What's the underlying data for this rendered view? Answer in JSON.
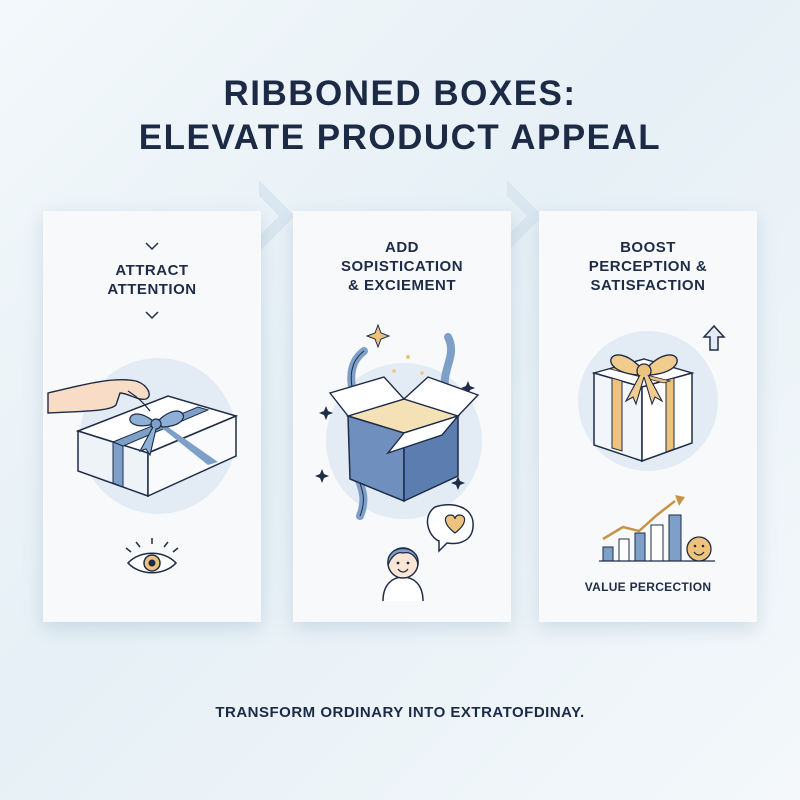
{
  "title": {
    "line1": "RIBBONED BOXES:",
    "line2": "ELEVATE PRODUCT APPEAL"
  },
  "panels": [
    {
      "heading": [
        "ATTRACT",
        "ATTENTION"
      ],
      "icon": "eye-icon"
    },
    {
      "heading": [
        "ADD",
        "SOPISTICATION",
        "& EXCIEMENT"
      ],
      "icon": "heart-speech-bubble-icon"
    },
    {
      "heading": [
        "BOOST",
        "PERCEPTION &",
        "SATISFACTION"
      ],
      "caption": "VALUE PERCECTION",
      "icon": "growth-chart-icon"
    }
  ],
  "footer": "TRANSFORM ORDINARY INTO EXTRATOFDINAY.",
  "colors": {
    "navy": "#1c2a45",
    "ribbon_blue": "#7e9fc8",
    "gold": "#edc27c",
    "circle": "#e3ecf4"
  }
}
